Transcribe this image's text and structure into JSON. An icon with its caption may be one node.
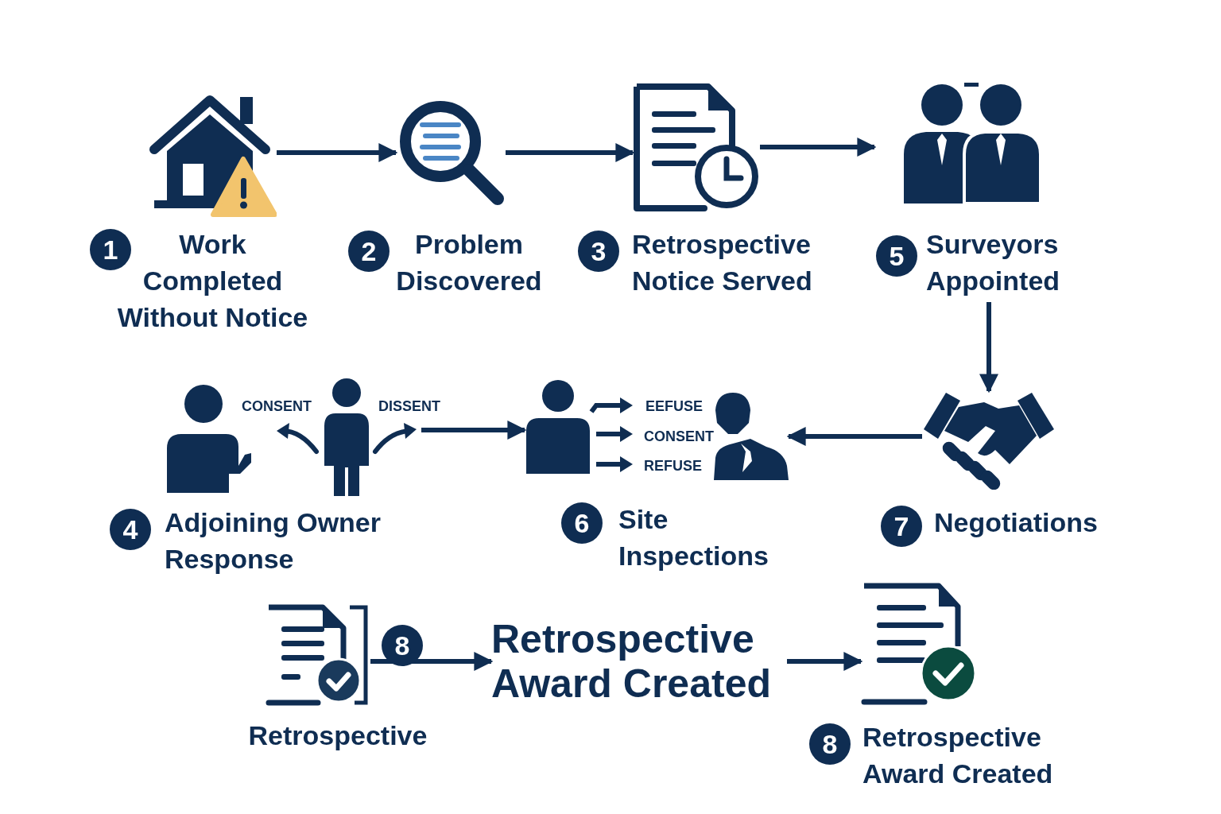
{
  "diagram": {
    "nodes": [
      {
        "text": [],
        "shape": "picture",
        "beside": [
          "1",
          "Work Completed Without Notice"
        ]
      },
      {
        "text": [],
        "shape": "picture",
        "beside": [
          "2",
          "Problem Discovered"
        ]
      },
      {
        "text": [],
        "shape": "picture",
        "beside": [
          "3",
          "Retrospective Notice Served"
        ]
      },
      {
        "text": [],
        "shape": "picture",
        "beside": [
          "5",
          "Surveyors Appointed"
        ]
      },
      {
        "text": [],
        "shape": "picture",
        "beside": [
          "4",
          "Adjoining Owner Response"
        ]
      },
      {
        "text": [],
        "shape": "picture",
        "beside": [
          "6",
          "Site Inspections"
        ]
      },
      {
        "text": [],
        "shape": "picture",
        "beside": [
          "7",
          "Negotiations"
        ]
      },
      {
        "text": [],
        "shape": "picture",
        "beside": [
          "8",
          "Retrospective"
        ]
      },
      {
        "text": [
          "Retrospective Award Created"
        ]
      },
      {
        "text": [],
        "shape": "picture",
        "beside": [
          "8",
          "Retrospective Award Created"
        ]
      }
    ],
    "edges": [
      {
        "from": 0,
        "to": 1,
        "arrow": "to"
      },
      {
        "from": 1,
        "to": 2,
        "arrow": "to"
      },
      {
        "from": 2,
        "to": 3,
        "arrow": "to"
      },
      {
        "from": 3,
        "to": 6,
        "arrow": "to"
      },
      {
        "from": 6,
        "to": 5,
        "arrow": "to"
      },
      {
        "from": 4,
        "to": 5,
        "arrow": "to"
      },
      {
        "from": 7,
        "to": 8,
        "arrow": "to"
      },
      {
        "from": 8,
        "to": 9,
        "arrow": "to"
      }
    ],
    "labels": [
      "CONSENT",
      "DISSENT",
      "EEFUSE",
      "CONSENT",
      "REFUSE"
    ]
  }
}
